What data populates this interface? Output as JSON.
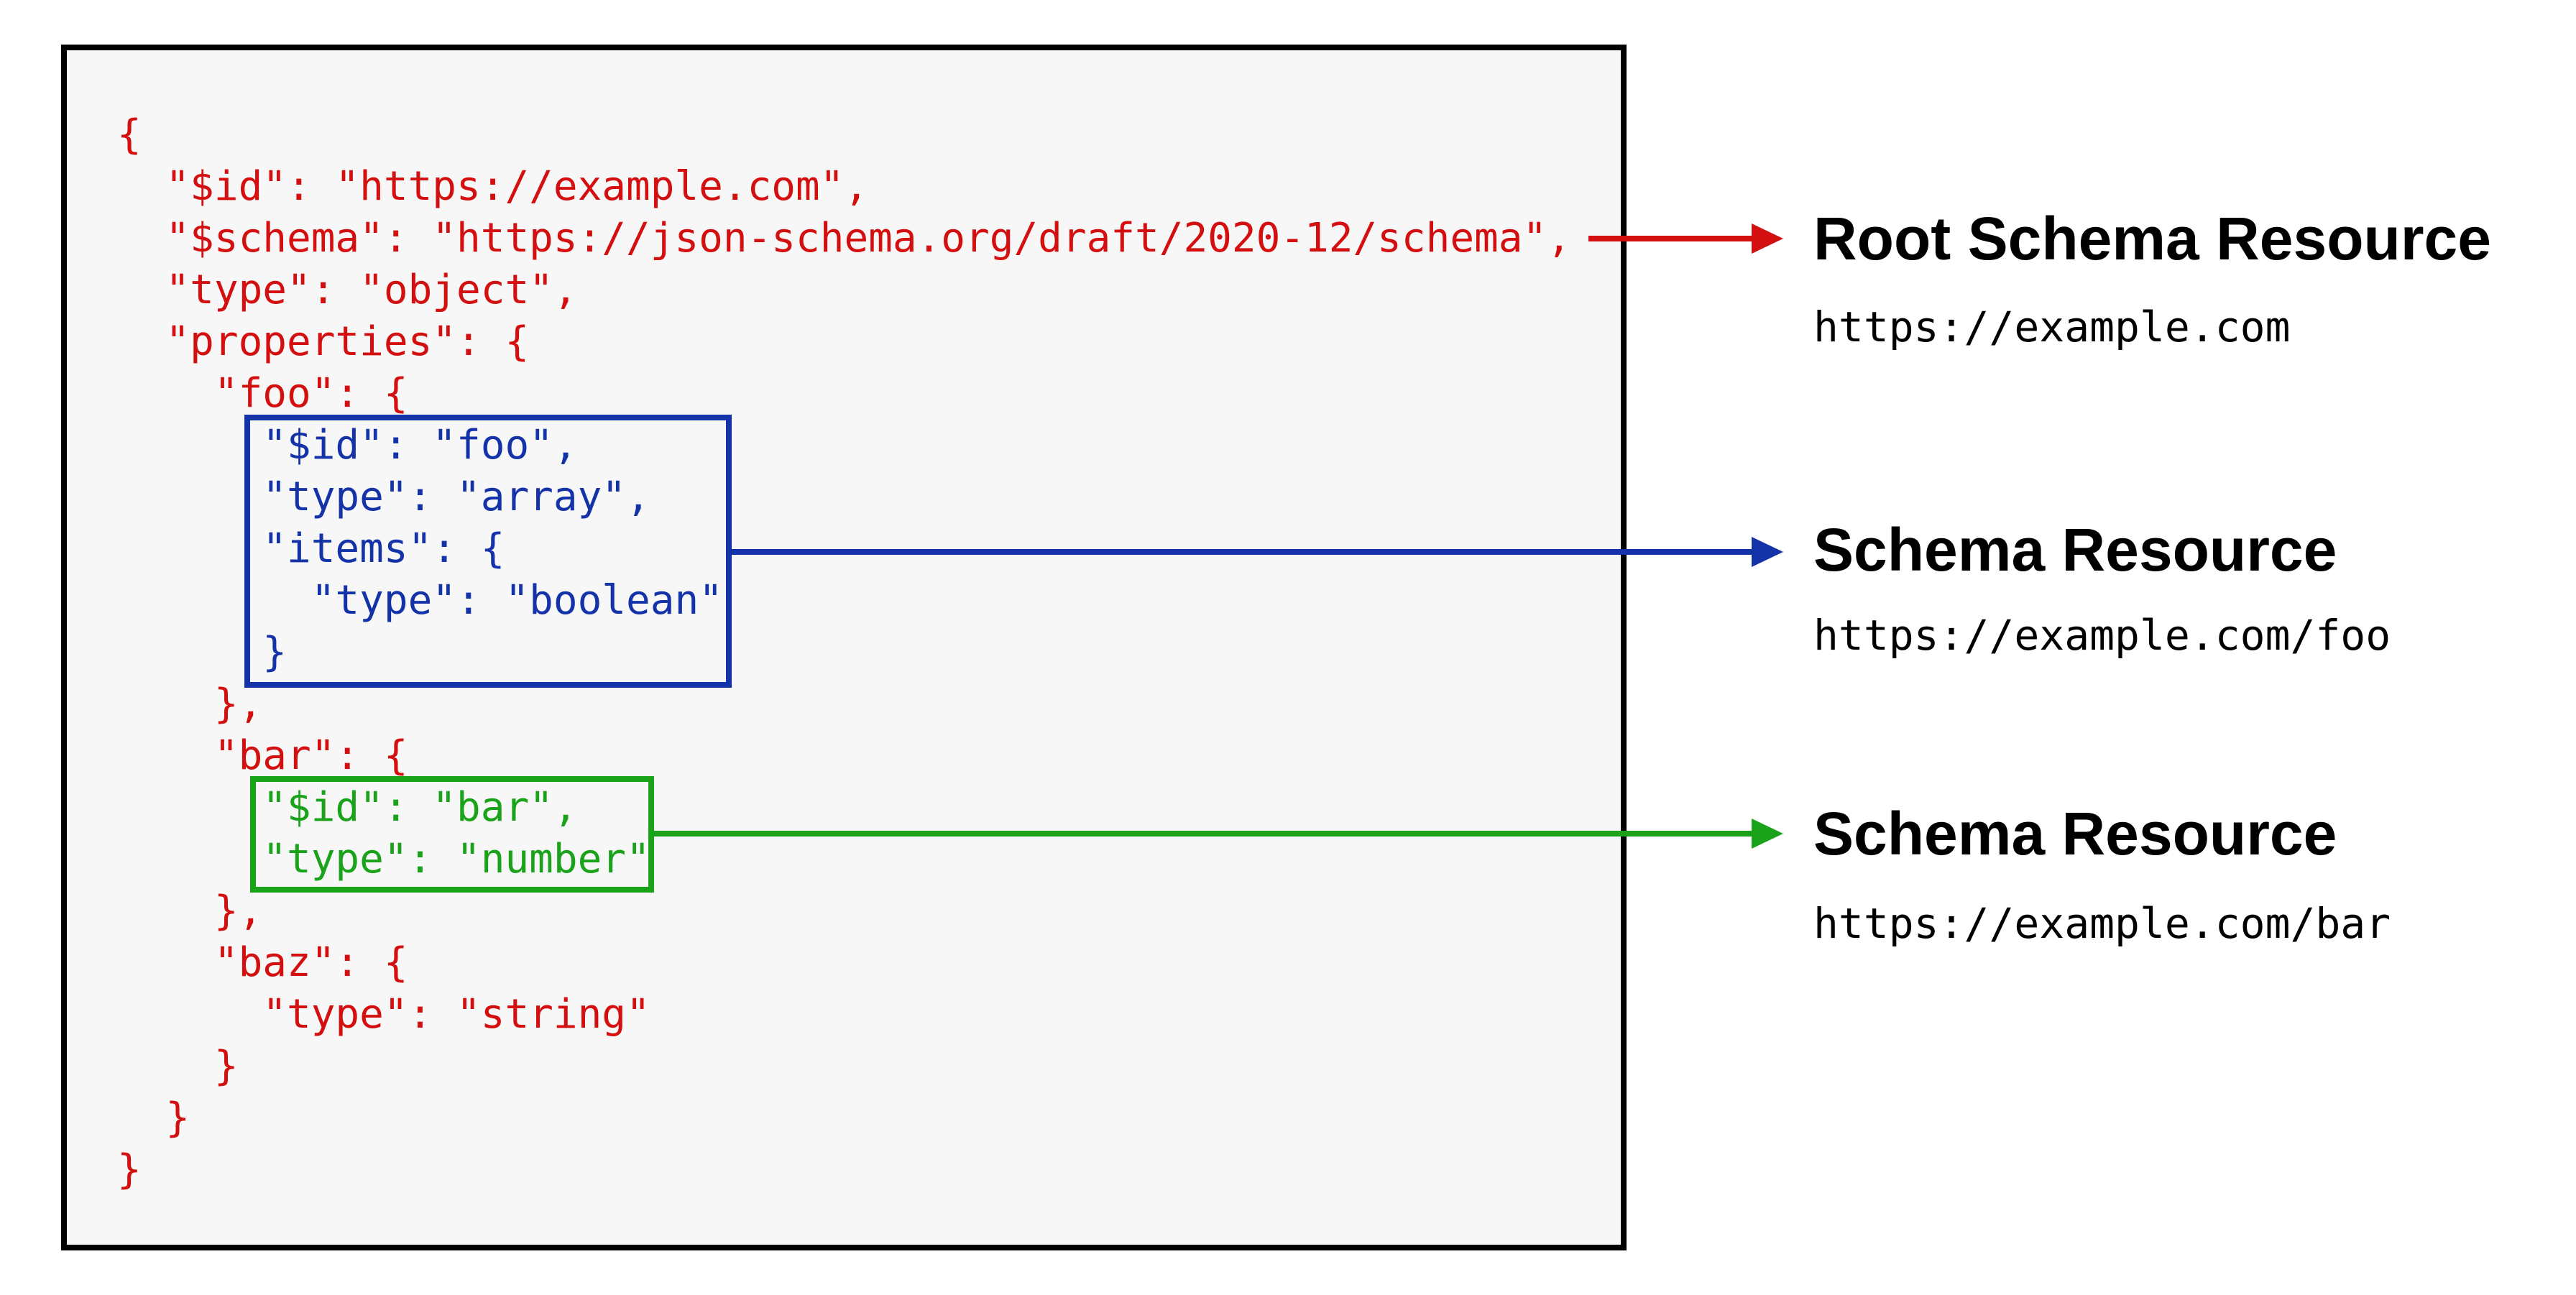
{
  "code": {
    "lines": [
      {
        "text": "{",
        "color": "red"
      },
      {
        "text": "  \"$id\": \"https://example.com\",",
        "color": "red"
      },
      {
        "text": "  \"$schema\": \"https://json-schema.org/draft/2020-12/schema\",",
        "color": "red"
      },
      {
        "text": "  \"type\": \"object\",",
        "color": "red"
      },
      {
        "text": "  \"properties\": {",
        "color": "red"
      },
      {
        "text": "    \"foo\": {",
        "color": "red"
      },
      {
        "text": "      \"$id\": \"foo\",",
        "color": "blue"
      },
      {
        "text": "      \"type\": \"array\",",
        "color": "blue"
      },
      {
        "text": "      \"items\": {",
        "color": "blue"
      },
      {
        "text": "        \"type\": \"boolean\"",
        "color": "blue"
      },
      {
        "text": "      }",
        "color": "blue"
      },
      {
        "text": "    },",
        "color": "red"
      },
      {
        "text": "    \"bar\": {",
        "color": "red"
      },
      {
        "text": "      \"$id\": \"bar\",",
        "color": "green"
      },
      {
        "text": "      \"type\": \"number\"",
        "color": "green"
      },
      {
        "text": "    },",
        "color": "red"
      },
      {
        "text": "    \"baz\": {",
        "color": "red"
      },
      {
        "text": "      \"type\": \"string\"",
        "color": "red"
      },
      {
        "text": "    }",
        "color": "red"
      },
      {
        "text": "  }",
        "color": "red"
      },
      {
        "text": "}",
        "color": "red"
      }
    ]
  },
  "annotations": [
    {
      "title": "Root Schema Resource",
      "url": "https://example.com",
      "color": "#d40f0f"
    },
    {
      "title": "Schema Resource",
      "url": "https://example.com/foo",
      "color": "#1533a8"
    },
    {
      "title": "Schema Resource",
      "url": "https://example.com/bar",
      "color": "#1aa31a"
    }
  ],
  "colors": {
    "root_schema_red": "#d40f0f",
    "foo_resource_blue": "#1533a8",
    "bar_resource_green": "#1aa31a",
    "panel_background": "#f7f7f7",
    "panel_border": "#000000",
    "label_text": "#000000"
  }
}
